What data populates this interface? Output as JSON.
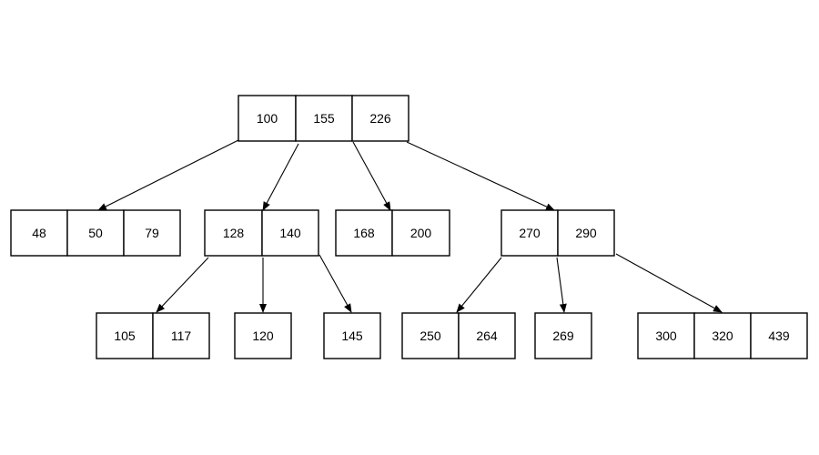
{
  "tree": {
    "root": {
      "keys": [
        "100",
        "155",
        "226"
      ]
    },
    "level1": [
      {
        "keys": [
          "48",
          "50",
          "79"
        ]
      },
      {
        "keys": [
          "128",
          "140"
        ]
      },
      {
        "keys": [
          "168",
          "200"
        ]
      },
      {
        "keys": [
          "270",
          "290"
        ]
      }
    ],
    "level2": [
      {
        "keys": [
          "105",
          "117"
        ]
      },
      {
        "keys": [
          "120"
        ]
      },
      {
        "keys": [
          "145"
        ]
      },
      {
        "keys": [
          "250",
          "264"
        ]
      },
      {
        "keys": [
          "269"
        ]
      },
      {
        "keys": [
          "300",
          "320",
          "439"
        ]
      }
    ],
    "edges": [
      {
        "from": "root",
        "to": "level1.0"
      },
      {
        "from": "root",
        "to": "level1.1"
      },
      {
        "from": "root",
        "to": "level1.2"
      },
      {
        "from": "root",
        "to": "level1.3"
      },
      {
        "from": "level1.1",
        "to": "level2.0"
      },
      {
        "from": "level1.1",
        "to": "level2.1"
      },
      {
        "from": "level1.1",
        "to": "level2.2"
      },
      {
        "from": "level1.3",
        "to": "level2.3"
      },
      {
        "from": "level1.3",
        "to": "level2.4"
      },
      {
        "from": "level1.3",
        "to": "level2.5"
      }
    ]
  }
}
